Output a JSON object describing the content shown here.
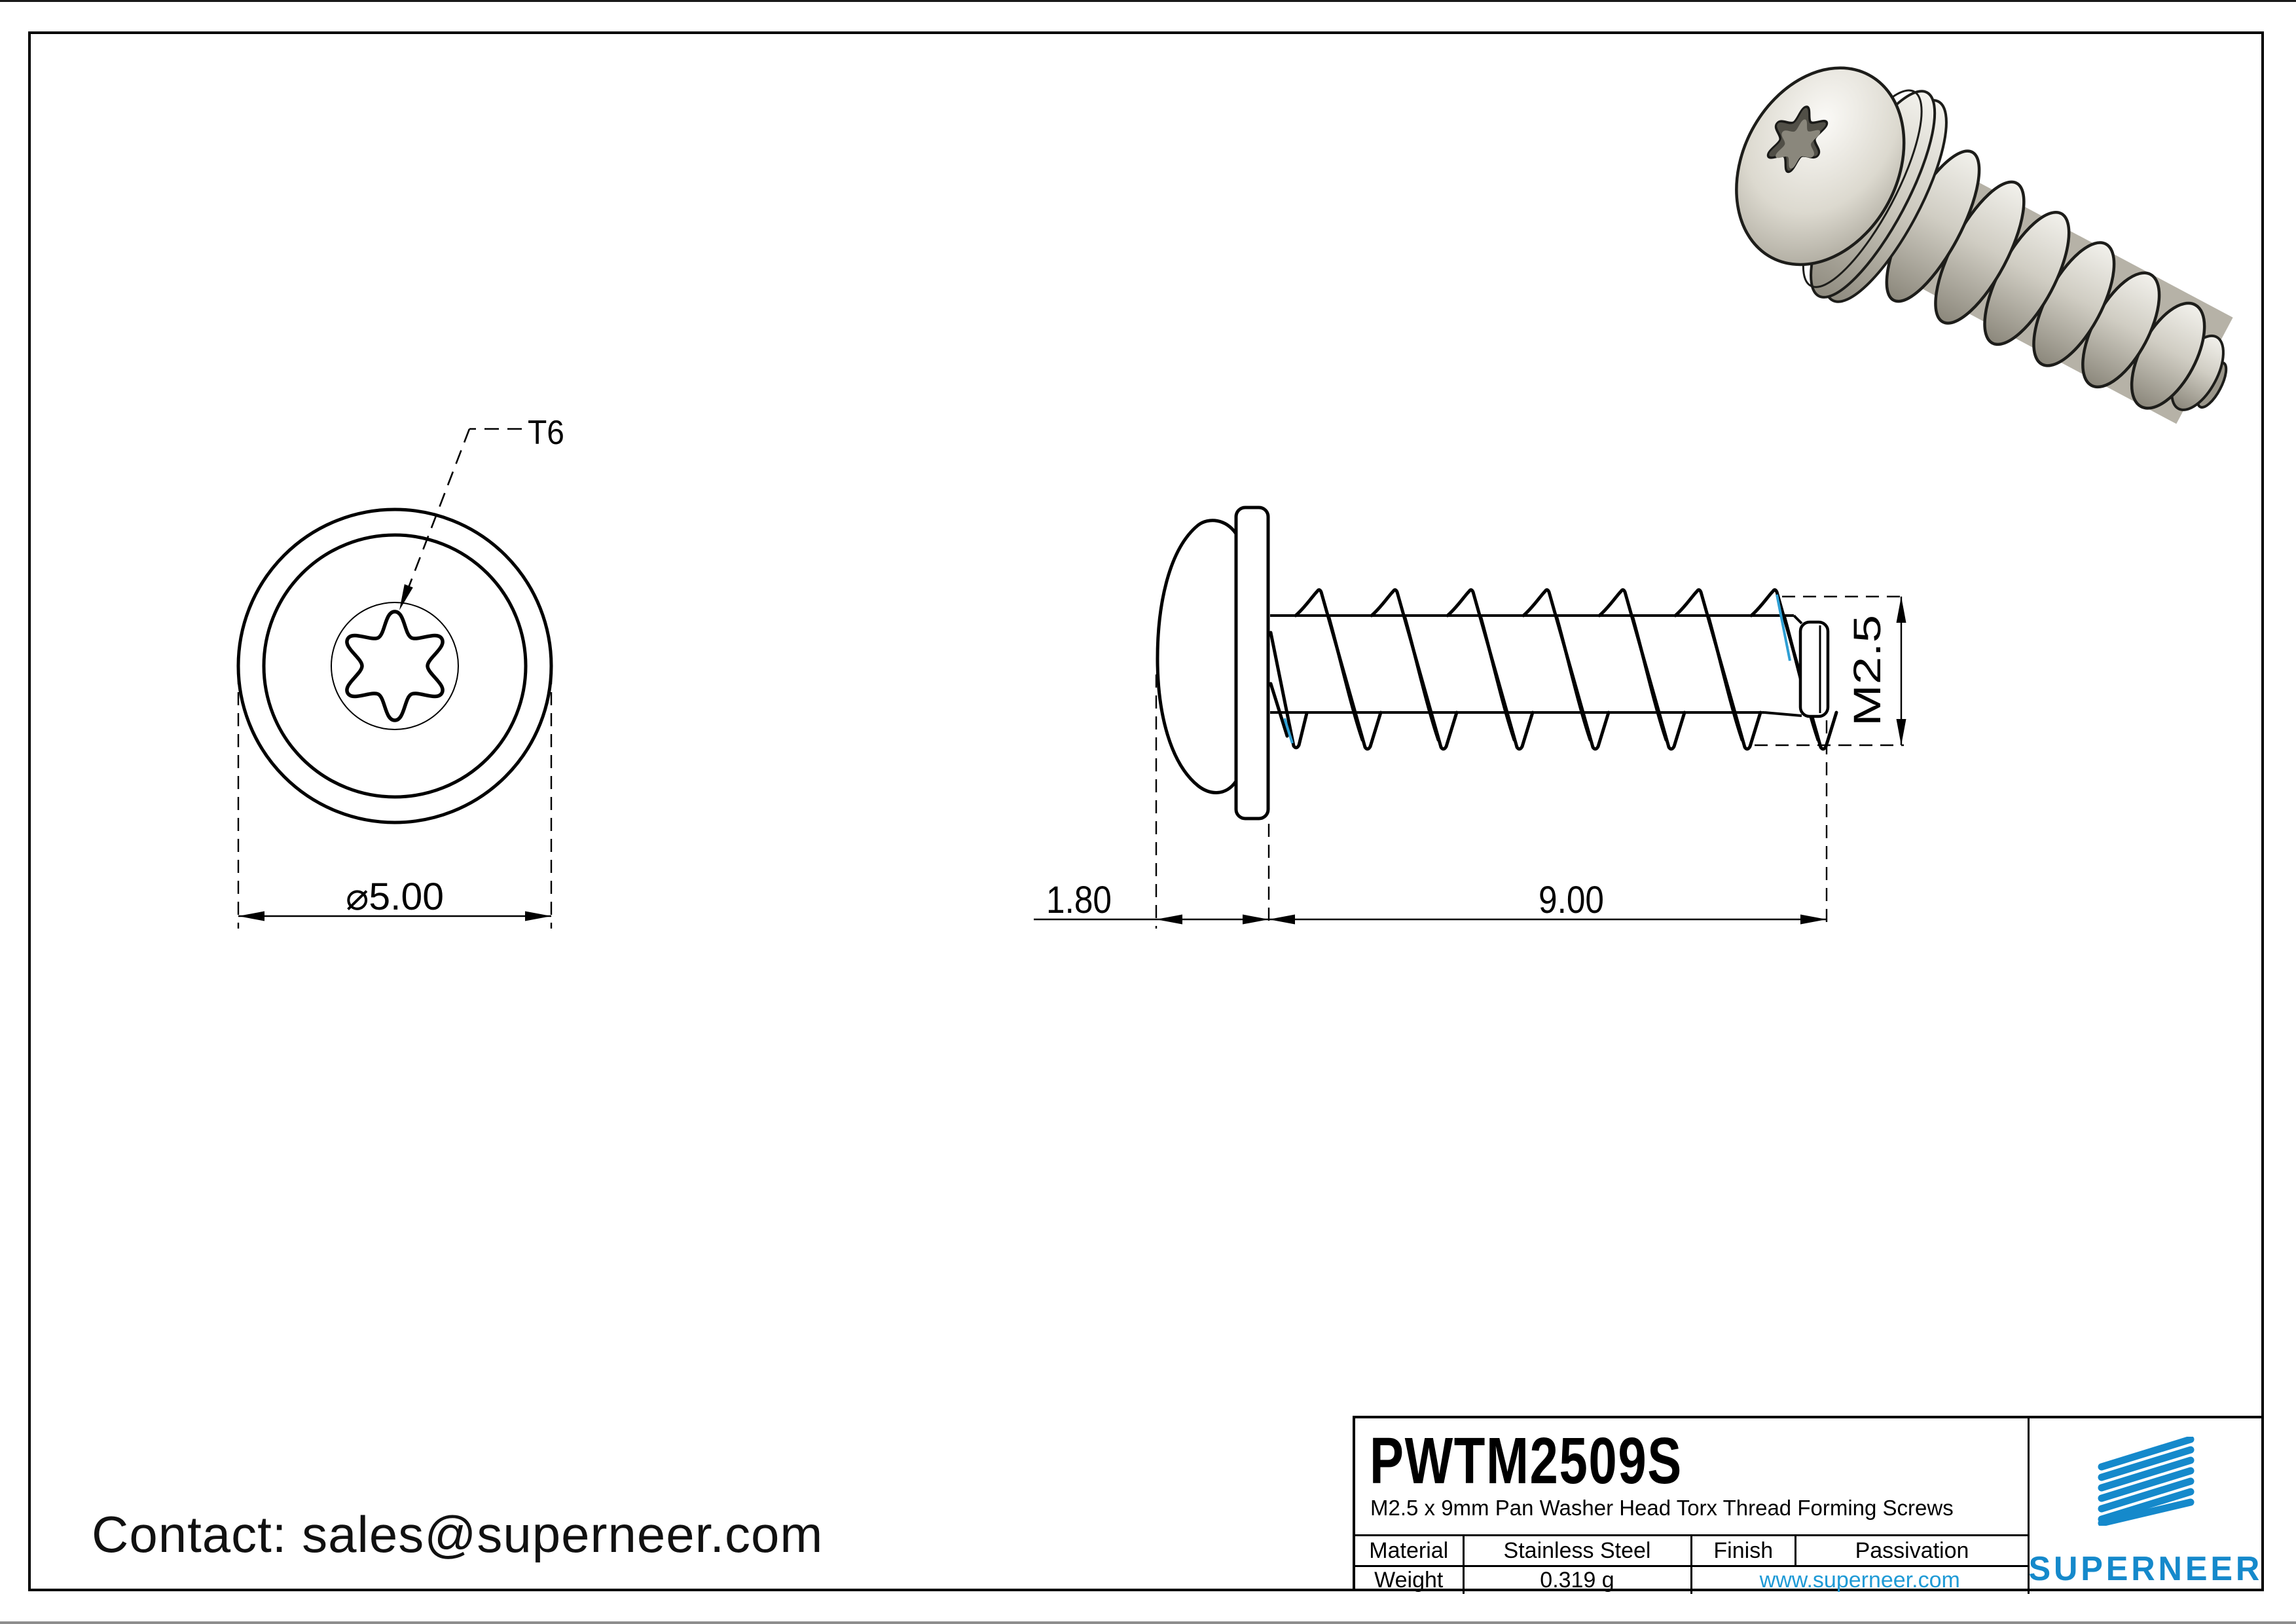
{
  "drawing": {
    "contact": "Contact: sales@superneer.com",
    "front_view": {
      "torx_label": "T6",
      "diameter_label": "⌀5.00"
    },
    "side_view": {
      "head_height_label": "1.80",
      "length_label": "9.00",
      "thread_label": "M2.5"
    }
  },
  "title_block": {
    "part_number": "PWTM2509S",
    "description": "M2.5 x 9mm Pan Washer Head Torx Thread Forming Screws",
    "material_label": "Material",
    "material_value": "Stainless Steel",
    "finish_label": "Finish",
    "finish_value": "Passivation",
    "weight_label": "Weight",
    "weight_value": "0.319 g",
    "website": "www.superneer.com",
    "brand": "SUPERNEER"
  },
  "colors": {
    "brand_blue": "#1589cb",
    "link_blue": "#1e9ad6",
    "edge_blue": "#2e9fd4",
    "line_black": "#000000"
  }
}
